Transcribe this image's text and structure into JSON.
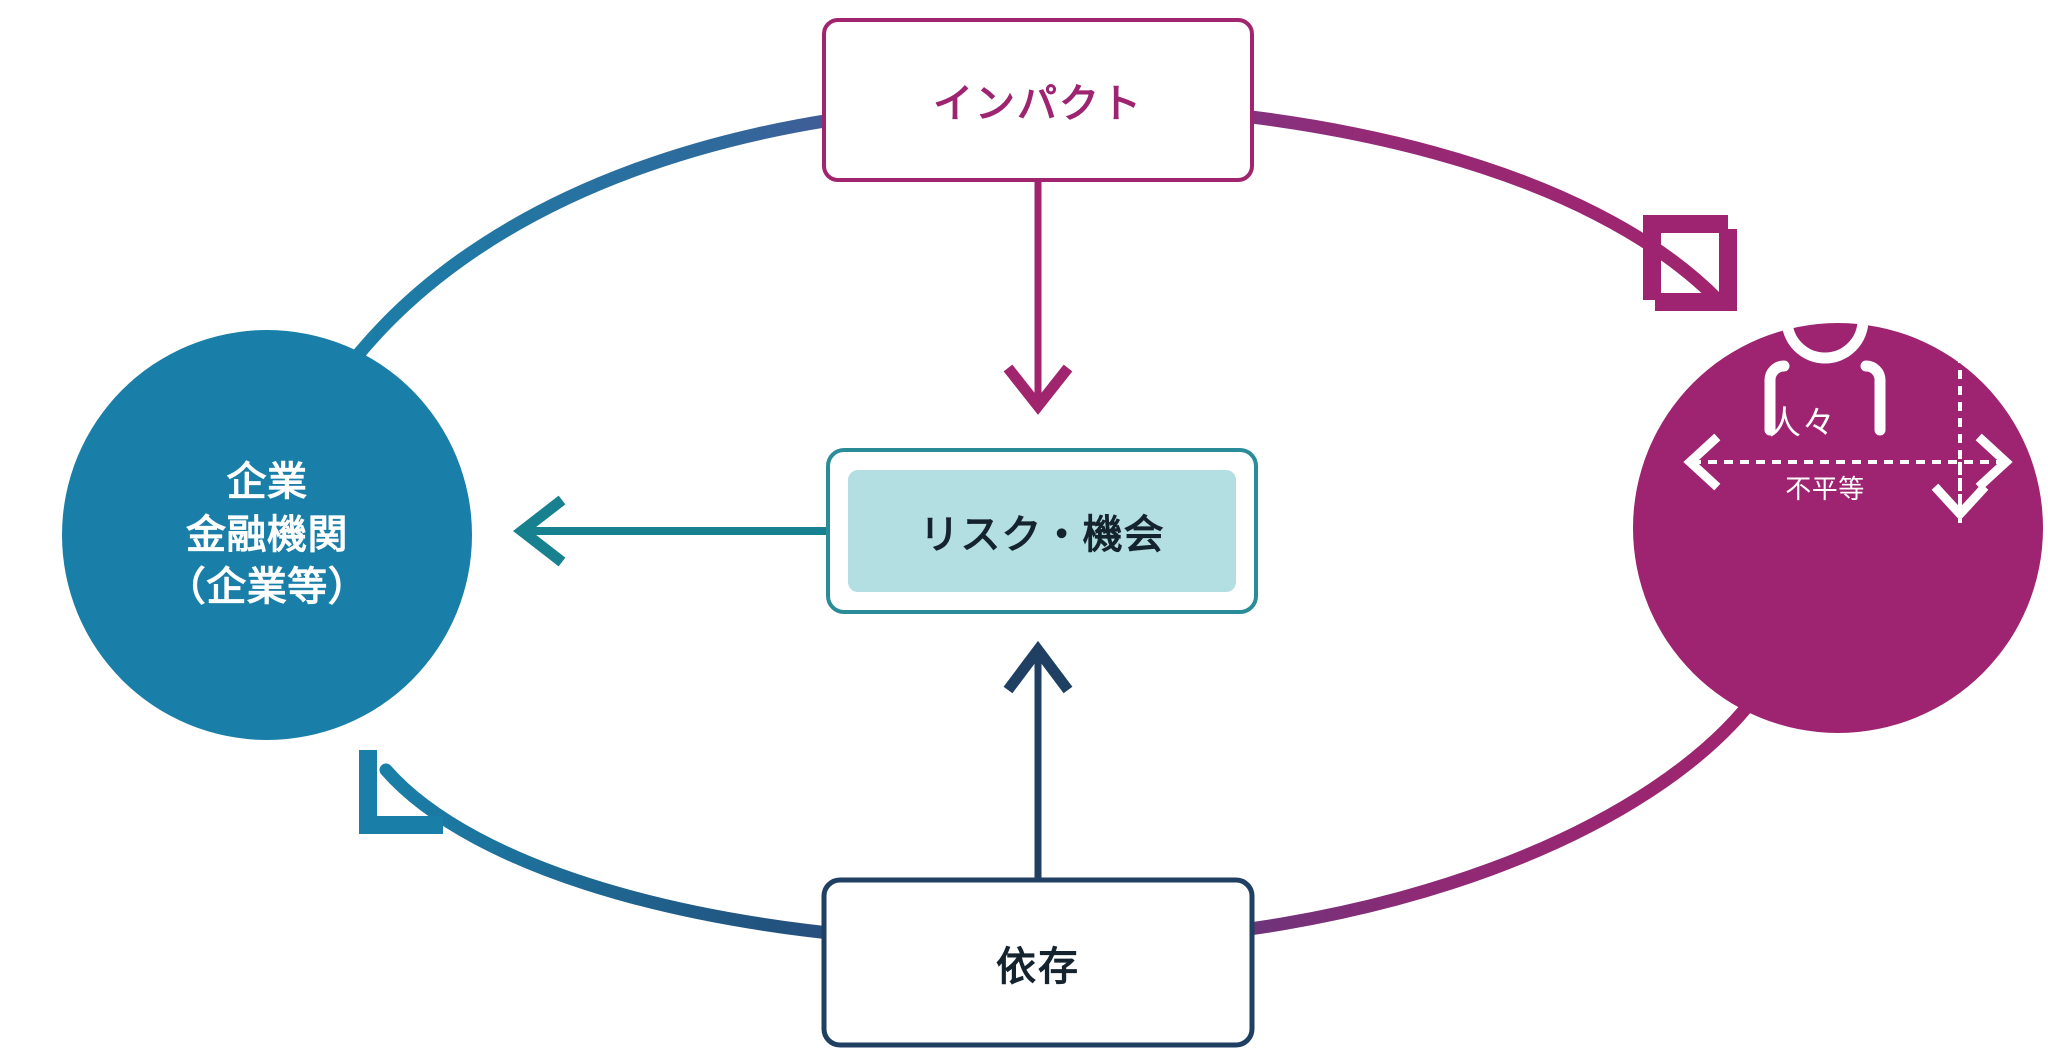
{
  "diagram": {
    "title": "impact-dependency-cycle",
    "colors": {
      "blue": "#1A7FA8",
      "navy": "#1F3F63",
      "magenta": "#9E2370",
      "magenta_line": "#A0246E",
      "teal": "#17818F",
      "teal_fill": "#B3DEE2",
      "white": "#FFFFFF",
      "text_dark": "#14232E"
    },
    "nodes": {
      "organization_circle": {
        "name": "企業 金融機関 （企業等）",
        "lines": [
          "企業",
          "金融機関",
          "（企業等）"
        ],
        "shape": "circle",
        "fill": "#1A7FA8",
        "text_color": "#FFFFFF"
      },
      "people_circle": {
        "name": "人々",
        "label": "人々",
        "sublabel": "不平等",
        "shape": "circle",
        "fill": "#9E2370",
        "text_color": "#FFFFFF",
        "icon": "person-icon"
      },
      "impact_box": {
        "label": "インパクト",
        "shape": "rounded-rect",
        "border_color": "#A0246E",
        "fill": "#FFFFFF",
        "text_color": "#9E2370"
      },
      "risk_box": {
        "label": "リスク・機会",
        "shape": "rounded-rect",
        "border_color": "#17818F",
        "fill": "#B3DEE2",
        "text_color": "#14232E"
      },
      "dependency_box": {
        "label": "依存",
        "shape": "rounded-rect",
        "border_color": "#1F3F63",
        "fill": "#FFFFFF",
        "text_color": "#14232E"
      }
    },
    "connectors": [
      {
        "name": "impact-to-people-arc",
        "from": "organization_circle",
        "to": "people_circle",
        "via": "impact_box",
        "style": "curved-arc",
        "gradient": [
          "#1A7FA8",
          "#A0246E"
        ],
        "arrowhead": "angular-chevron"
      },
      {
        "name": "people-to-organization-arc",
        "from": "people_circle",
        "to": "organization_circle",
        "via": "dependency_box",
        "style": "curved-arc",
        "gradient": [
          "#9E2370",
          "#1F3F63",
          "#1A7FA8"
        ],
        "arrowhead": "angular-chevron"
      },
      {
        "name": "impact-to-risk-arrow",
        "from": "impact_box",
        "to": "risk_box",
        "style": "straight-down",
        "color": "#A0246E",
        "arrowhead": "v-arrow"
      },
      {
        "name": "dependency-to-risk-arrow",
        "from": "dependency_box",
        "to": "risk_box",
        "style": "straight-up",
        "color": "#1F3F63",
        "arrowhead": "v-arrow"
      },
      {
        "name": "risk-to-organization-arrow",
        "from": "risk_box",
        "to": "organization_circle",
        "style": "straight-left",
        "color": "#17818F",
        "arrowhead": "v-arrow"
      }
    ]
  }
}
